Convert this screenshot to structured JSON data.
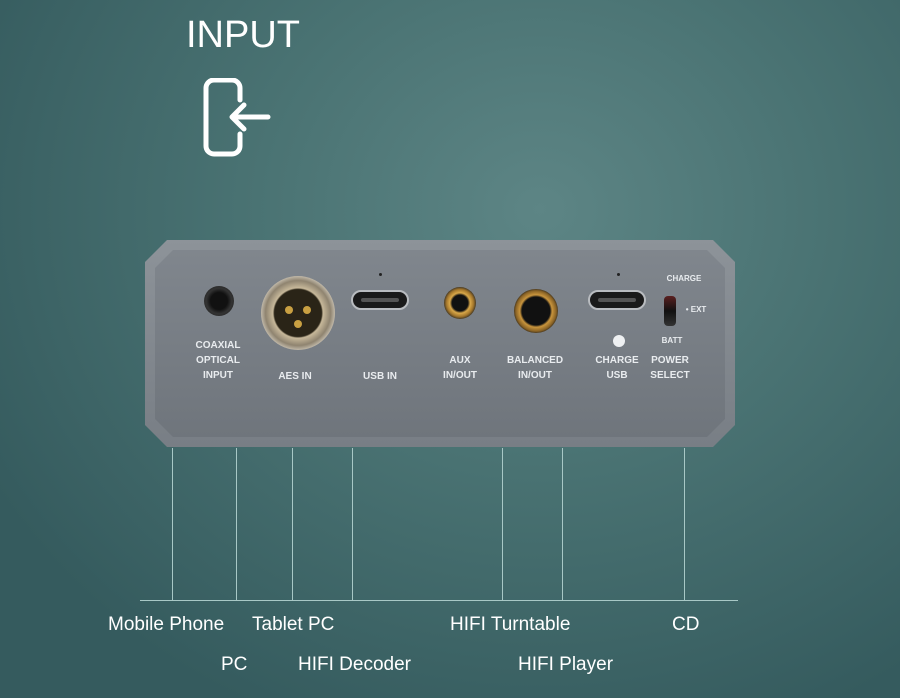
{
  "header": {
    "title": "INPUT",
    "icon": "input-door-arrow-icon"
  },
  "device": {
    "ports": [
      {
        "name": "coaxial-optical-input",
        "label": [
          "COAXIAL",
          "OPTICAL",
          "INPUT"
        ]
      },
      {
        "name": "aes-in",
        "label": [
          "AES IN"
        ]
      },
      {
        "name": "usb-in",
        "label": [
          "USB IN"
        ]
      },
      {
        "name": "aux-in-out",
        "label": [
          "AUX",
          "IN/OUT"
        ]
      },
      {
        "name": "balanced-in-out",
        "label": [
          "BALANCED",
          "IN/OUT"
        ]
      },
      {
        "name": "charge-usb",
        "label": [
          "CHARGE",
          "USB"
        ]
      },
      {
        "name": "power-select",
        "label": [
          "POWER",
          "SELECT"
        ]
      }
    ],
    "switch_positions": {
      "top": "CHARGE",
      "middle": "• EXT",
      "bottom": "BATT"
    }
  },
  "sources": {
    "row1": [
      "Mobile Phone",
      "Tablet PC",
      "HIFI Turntable",
      "CD"
    ],
    "row2": [
      "PC",
      "HIFI Decoder",
      "HIFI Player"
    ]
  },
  "colors": {
    "background": "#4a7373",
    "device": "#80868d",
    "text": "#ffffff",
    "lines": "#a8c8c6"
  }
}
